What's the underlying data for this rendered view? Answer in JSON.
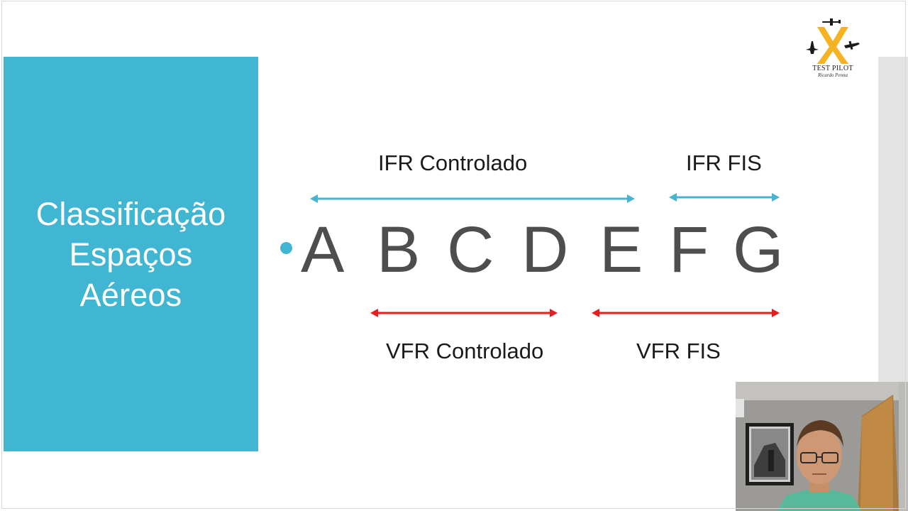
{
  "slide": {
    "title_lines": [
      "Classificação",
      "Espaços",
      "Aéreos"
    ],
    "letters": [
      "A",
      "B",
      "C",
      "D",
      "E",
      "F",
      "G"
    ],
    "ranges": {
      "ifr_controlled": "IFR Controlado",
      "ifr_fis": "IFR FIS",
      "vfr_controlled": "VFR Controlado",
      "vfr_fis": "VFR FIS"
    }
  },
  "logo": {
    "title": "TEST PILOT",
    "subtitle": "Ricardo Penna",
    "icon": "x-with-aircraft-logo"
  },
  "webcam": {
    "icon": "presenter-video"
  },
  "colors": {
    "accent_teal": "#40b6d2",
    "ifr_arrow": "#4ab3cf",
    "vfr_arrow": "#e41d1d",
    "letter_gray": "#4e4e4e",
    "logo_yellow": "#f5b324"
  }
}
